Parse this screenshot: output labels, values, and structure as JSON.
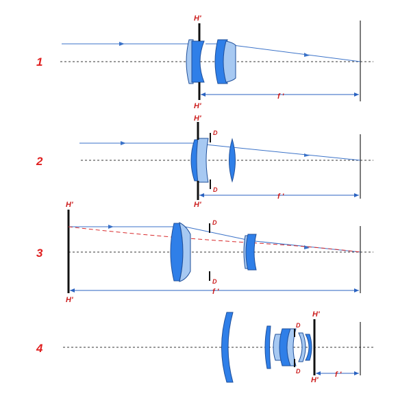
{
  "diagrams": [
    {
      "number": "1",
      "labels": {
        "top_plane": "H'",
        "bottom_plane": "H'",
        "focal": "f '"
      }
    },
    {
      "number": "2",
      "labels": {
        "top_plane": "H'",
        "bottom_plane": "H'",
        "stop_top": "D",
        "stop_bottom": "D",
        "focal": "f '"
      }
    },
    {
      "number": "3",
      "labels": {
        "top_plane": "H'",
        "bottom_plane": "H'",
        "stop_top": "D",
        "stop_bottom": "D",
        "focal": "f '"
      }
    },
    {
      "number": "4",
      "labels": {
        "top_plane": "H'",
        "bottom_plane": "H'",
        "stop_top": "D",
        "stop_bottom": "D",
        "focal": "f '"
      }
    }
  ],
  "colors": {
    "label_red": "#cc1f1f",
    "number_red": "#e02020",
    "ray_blue": "#3a72c8",
    "lens_dark": "#2f7fe8",
    "lens_light": "#a7c9f2"
  }
}
